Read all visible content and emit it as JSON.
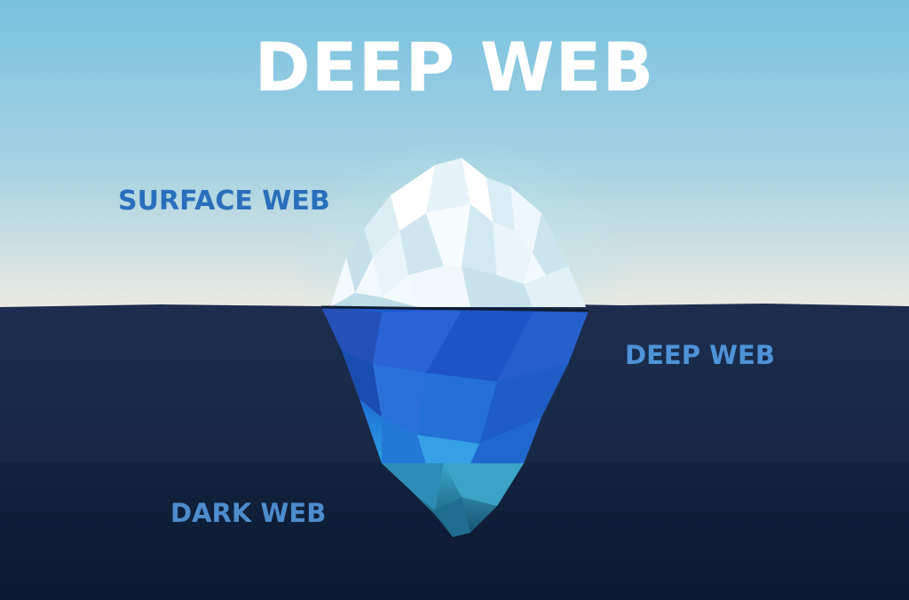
{
  "title": "DEEP WEB",
  "layers": {
    "surface": "SURFACE WEB",
    "deep": "DEEP WEB",
    "dark": "DARK WEB"
  },
  "colors": {
    "sky_top": "#7cc3e0",
    "sky_bottom": "#e9e7e0",
    "deep_water": "#1b2d4d",
    "dark_water": "#0e1b33",
    "ice_top": "#f4fbff",
    "ice_underwater": "#1f5fd0"
  }
}
